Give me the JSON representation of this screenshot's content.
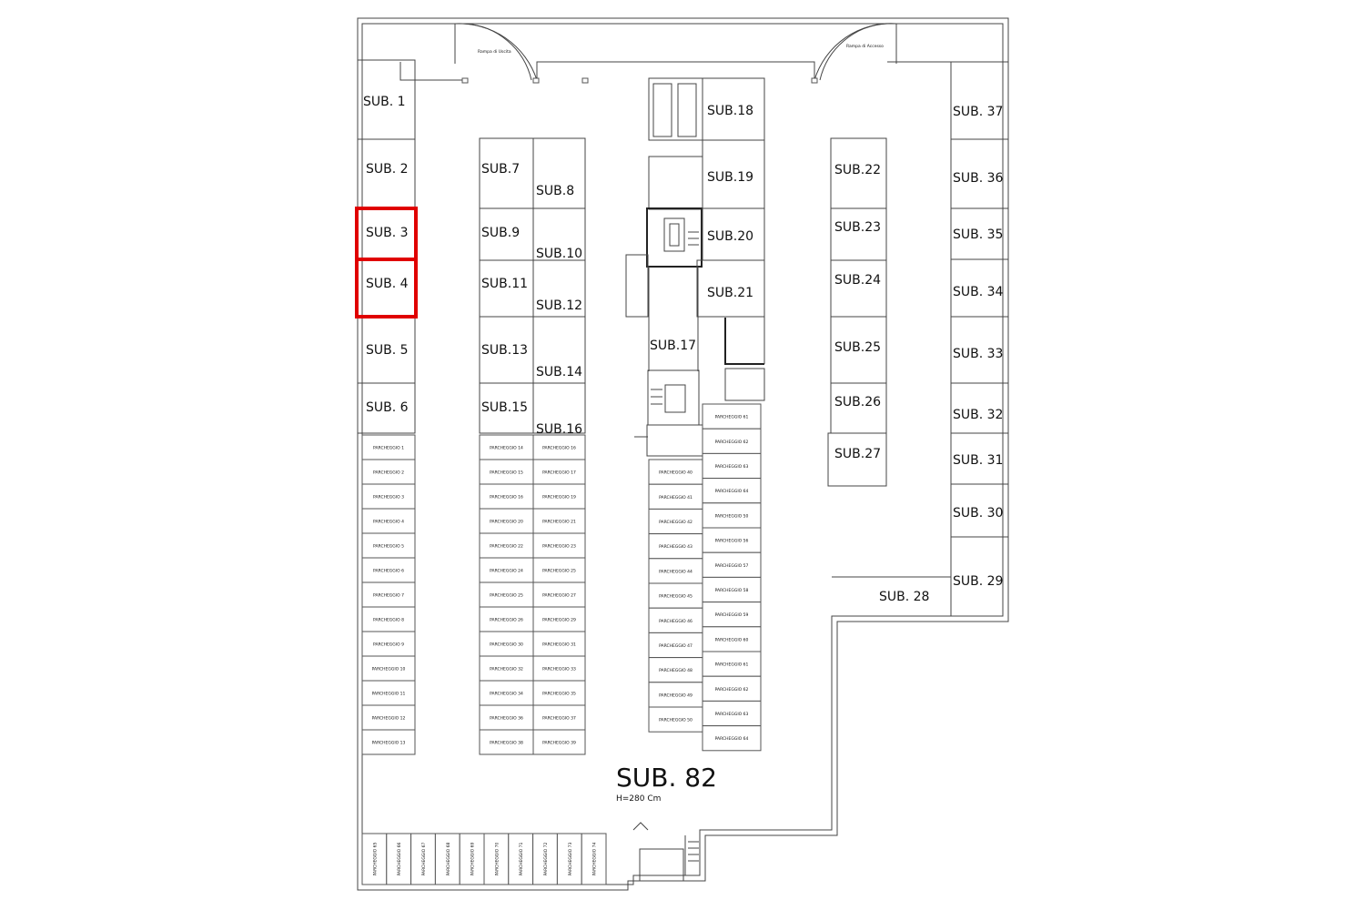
{
  "units": {
    "sub1": "SUB. 1",
    "sub2": "SUB. 2",
    "sub3": "SUB. 3",
    "sub4": "SUB. 4",
    "sub5": "SUB. 5",
    "sub6": "SUB. 6",
    "sub7": "SUB.7",
    "sub8": "SUB.8",
    "sub9": "SUB.9",
    "sub10": "SUB.10",
    "sub11": "SUB.11",
    "sub12": "SUB.12",
    "sub13": "SUB.13",
    "sub14": "SUB.14",
    "sub15": "SUB.15",
    "sub16": "SUB.16",
    "sub17": "SUB.17",
    "sub18": "SUB.18",
    "sub19": "SUB.19",
    "sub20": "SUB.20",
    "sub21": "SUB.21",
    "sub22": "SUB.22",
    "sub23": "SUB.23",
    "sub24": "SUB.24",
    "sub25": "SUB.25",
    "sub26": "SUB.26",
    "sub27": "SUB.27",
    "sub28": "SUB. 28",
    "sub29": "SUB. 29",
    "sub30": "SUB. 30",
    "sub31": "SUB. 31",
    "sub32": "SUB. 32",
    "sub33": "SUB. 33",
    "sub34": "SUB. 34",
    "sub35": "SUB. 35",
    "sub36": "SUB. 36",
    "sub37": "SUB. 37"
  },
  "main": {
    "label": "SUB. 82",
    "height_note": "H=280 Cm"
  },
  "ramps": {
    "exit": "Rampa di Uscita",
    "entrance": "Rampa di Accesso"
  },
  "parking_stalls": {
    "col_a": [
      "PARCHEGGIO 1",
      "PARCHEGGIO 2",
      "PARCHEGGIO 3",
      "PARCHEGGIO 4",
      "PARCHEGGIO 5",
      "PARCHEGGIO 6",
      "PARCHEGGIO 7",
      "PARCHEGGIO 8",
      "PARCHEGGIO 9",
      "PARCHEGGIO 10",
      "PARCHEGGIO 11",
      "PARCHEGGIO 12",
      "PARCHEGGIO 13"
    ],
    "col_b": [
      "PARCHEGGIO 14",
      "PARCHEGGIO 15",
      "PARCHEGGIO 16",
      "PARCHEGGIO 20",
      "PARCHEGGIO 22",
      "PARCHEGGIO 24",
      "PARCHEGGIO 25",
      "PARCHEGGIO 26",
      "PARCHEGGIO 30",
      "PARCHEGGIO 32",
      "PARCHEGGIO 34",
      "PARCHEGGIO 36",
      "PARCHEGGIO 38"
    ],
    "col_c": [
      "PARCHEGGIO 16",
      "PARCHEGGIO 17",
      "PARCHEGGIO 19",
      "PARCHEGGIO 21",
      "PARCHEGGIO 23",
      "PARCHEGGIO 25",
      "PARCHEGGIO 27",
      "PARCHEGGIO 29",
      "PARCHEGGIO 31",
      "PARCHEGGIO 33",
      "PARCHEGGIO 35",
      "PARCHEGGIO 37",
      "PARCHEGGIO 39"
    ],
    "col_d": [
      "PARCHEGGIO 40",
      "PARCHEGGIO 41",
      "PARCHEGGIO 42",
      "PARCHEGGIO 43",
      "PARCHEGGIO 44",
      "PARCHEGGIO 45",
      "PARCHEGGIO 46",
      "PARCHEGGIO 47",
      "PARCHEGGIO 48",
      "PARCHEGGIO 49",
      "PARCHEGGIO 50"
    ],
    "col_e": [
      "PARCHEGGIO 61",
      "PARCHEGGIO 62",
      "PARCHEGGIO 63",
      "PARCHEGGIO 64",
      "PARCHEGGIO 50",
      "PARCHEGGIO 56",
      "PARCHEGGIO 57",
      "PARCHEGGIO 58",
      "PARCHEGGIO 59",
      "PARCHEGGIO 60",
      "PARCHEGGIO 61",
      "PARCHEGGIO 62",
      "PARCHEGGIO 63",
      "PARCHEGGIO 64"
    ],
    "bottom": [
      "PARCHEGGIO 65",
      "PARCHEGGIO 66",
      "PARCHEGGIO 67",
      "PARCHEGGIO 68",
      "PARCHEGGIO 69",
      "PARCHEGGIO 70",
      "PARCHEGGIO 71",
      "PARCHEGGIO 72",
      "PARCHEGGIO 73",
      "PARCHEGGIO 74"
    ]
  },
  "highlight_color": "#e00000"
}
